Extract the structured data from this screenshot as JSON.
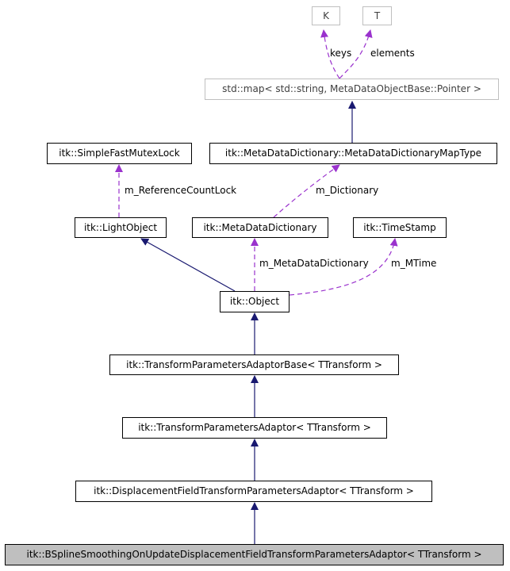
{
  "nodes": {
    "k": "K",
    "t": "T",
    "std_map": "std::map< std::string, MetaDataObjectBase::Pointer >",
    "simple_fast_mutex_lock": "itk::SimpleFastMutexLock",
    "meta_data_dictionary_map_type": "itk::MetaDataDictionary::MetaDataDictionaryMapType",
    "light_object": "itk::LightObject",
    "meta_data_dictionary": "itk::MetaDataDictionary",
    "time_stamp": "itk::TimeStamp",
    "object": "itk::Object",
    "transform_parameters_adaptor_base": "itk::TransformParametersAdaptorBase< TTransform >",
    "transform_parameters_adaptor": "itk::TransformParametersAdaptor< TTransform >",
    "displacement_field_transform_parameters_adaptor": "itk::DisplacementFieldTransformParametersAdaptor< TTransform >",
    "bspline_smoothing_adaptor": "itk::BSplineSmoothingOnUpdateDisplacementFieldTransformParametersAdaptor< TTransform >"
  },
  "edge_labels": {
    "keys": "keys",
    "elements": "elements",
    "m_reference_count_lock": "m_ReferenceCountLock",
    "m_dictionary": "m_Dictionary",
    "m_meta_data_dictionary": "m_MetaDataDictionary",
    "m_mtime": "m_MTime"
  },
  "colors": {
    "inheritance": "#191970",
    "usage": "#9a32cd",
    "node_border": "#000000",
    "template_border": "#bfbfbf",
    "current_fill": "#bfbfbf"
  }
}
